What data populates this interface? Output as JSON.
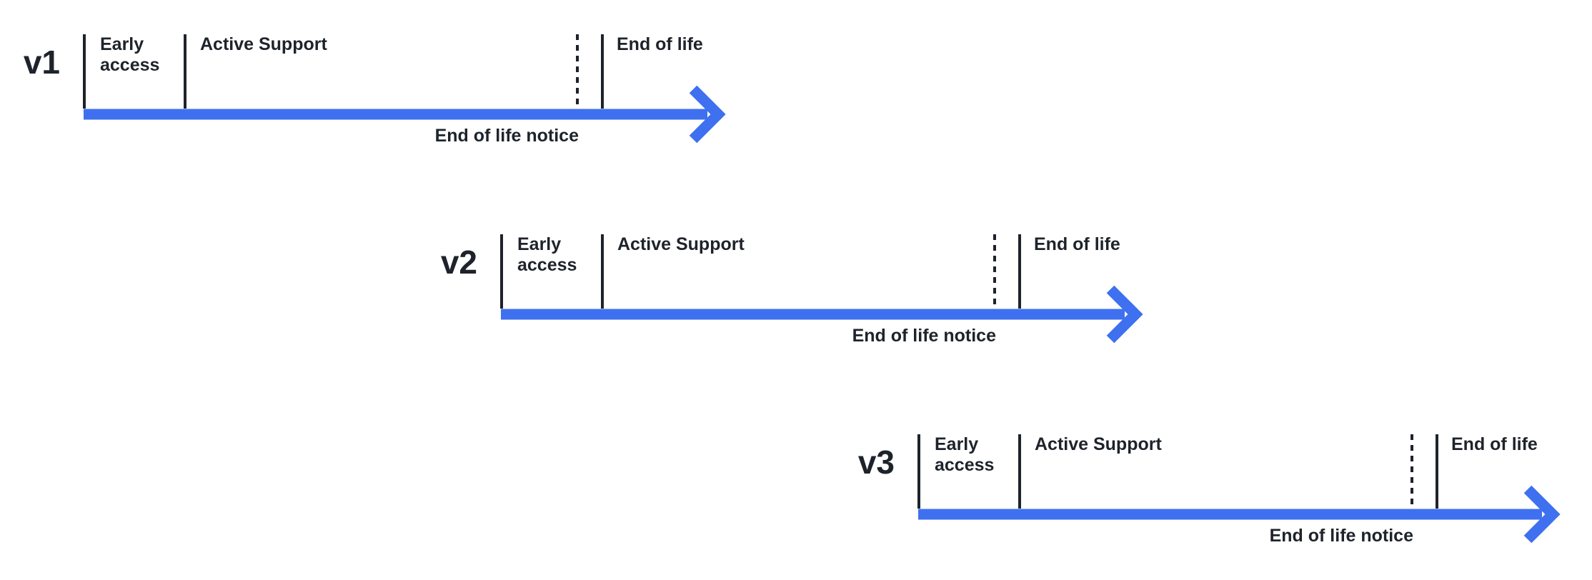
{
  "colors": {
    "accent_blue": "#3E70EF",
    "ink": "#1E232B",
    "background": "#FFFFFF"
  },
  "timelines": [
    {
      "version": "v1",
      "labels": {
        "early_access": "Early access",
        "active_support": "Active Support",
        "end_of_life": "End of life",
        "end_of_life_notice": "End of life notice"
      }
    },
    {
      "version": "v2",
      "labels": {
        "early_access": "Early access",
        "active_support": "Active Support",
        "end_of_life": "End of life",
        "end_of_life_notice": "End of life notice"
      }
    },
    {
      "version": "v3",
      "labels": {
        "early_access": "Early access",
        "active_support": "Active Support",
        "end_of_life": "End of life",
        "end_of_life_notice": "End of life notice"
      }
    }
  ]
}
